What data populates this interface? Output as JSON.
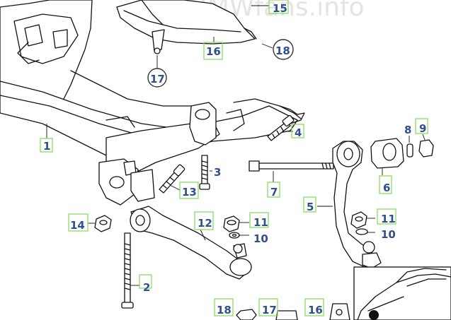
{
  "watermark": "BMWfans.info",
  "callouts": [
    {
      "id": "c1",
      "label": "1"
    },
    {
      "id": "c2",
      "label": "2"
    },
    {
      "id": "c3",
      "label": "3"
    },
    {
      "id": "c4",
      "label": "4"
    },
    {
      "id": "c5",
      "label": "5"
    },
    {
      "id": "c6",
      "label": "6"
    },
    {
      "id": "c7",
      "label": "7"
    },
    {
      "id": "c8",
      "label": "8"
    },
    {
      "id": "c9",
      "label": "9"
    },
    {
      "id": "c10a",
      "label": "10"
    },
    {
      "id": "c10b",
      "label": "10"
    },
    {
      "id": "c11a",
      "label": "11"
    },
    {
      "id": "c11b",
      "label": "11"
    },
    {
      "id": "c12",
      "label": "12"
    },
    {
      "id": "c13",
      "label": "13"
    },
    {
      "id": "c14",
      "label": "14"
    },
    {
      "id": "c15",
      "label": "15"
    },
    {
      "id": "c16a",
      "label": "16"
    },
    {
      "id": "c16b",
      "label": "16"
    },
    {
      "id": "c17a",
      "label": "17"
    },
    {
      "id": "c17b",
      "label": "17"
    },
    {
      "id": "c18a",
      "label": "18"
    },
    {
      "id": "c18b",
      "label": "18"
    }
  ]
}
